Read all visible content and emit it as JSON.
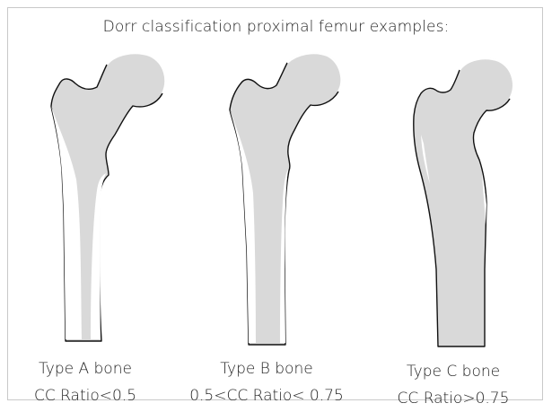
{
  "title": "Dorr classification proximal femur examples:",
  "colors": {
    "bone_fill": "#d9d9d9",
    "canal_fill": "#ffffff",
    "outline": "#111111",
    "frame": "#c9c9c9"
  },
  "femurs": [
    {
      "type_label": "Type A bone",
      "ratio_label": "CC Ratio<0.5"
    },
    {
      "type_label": "Type B bone",
      "ratio_label": "0.5<CC Ratio< 0.75"
    },
    {
      "type_label": "Type C bone",
      "ratio_label": "CC Ratio>0.75"
    }
  ]
}
